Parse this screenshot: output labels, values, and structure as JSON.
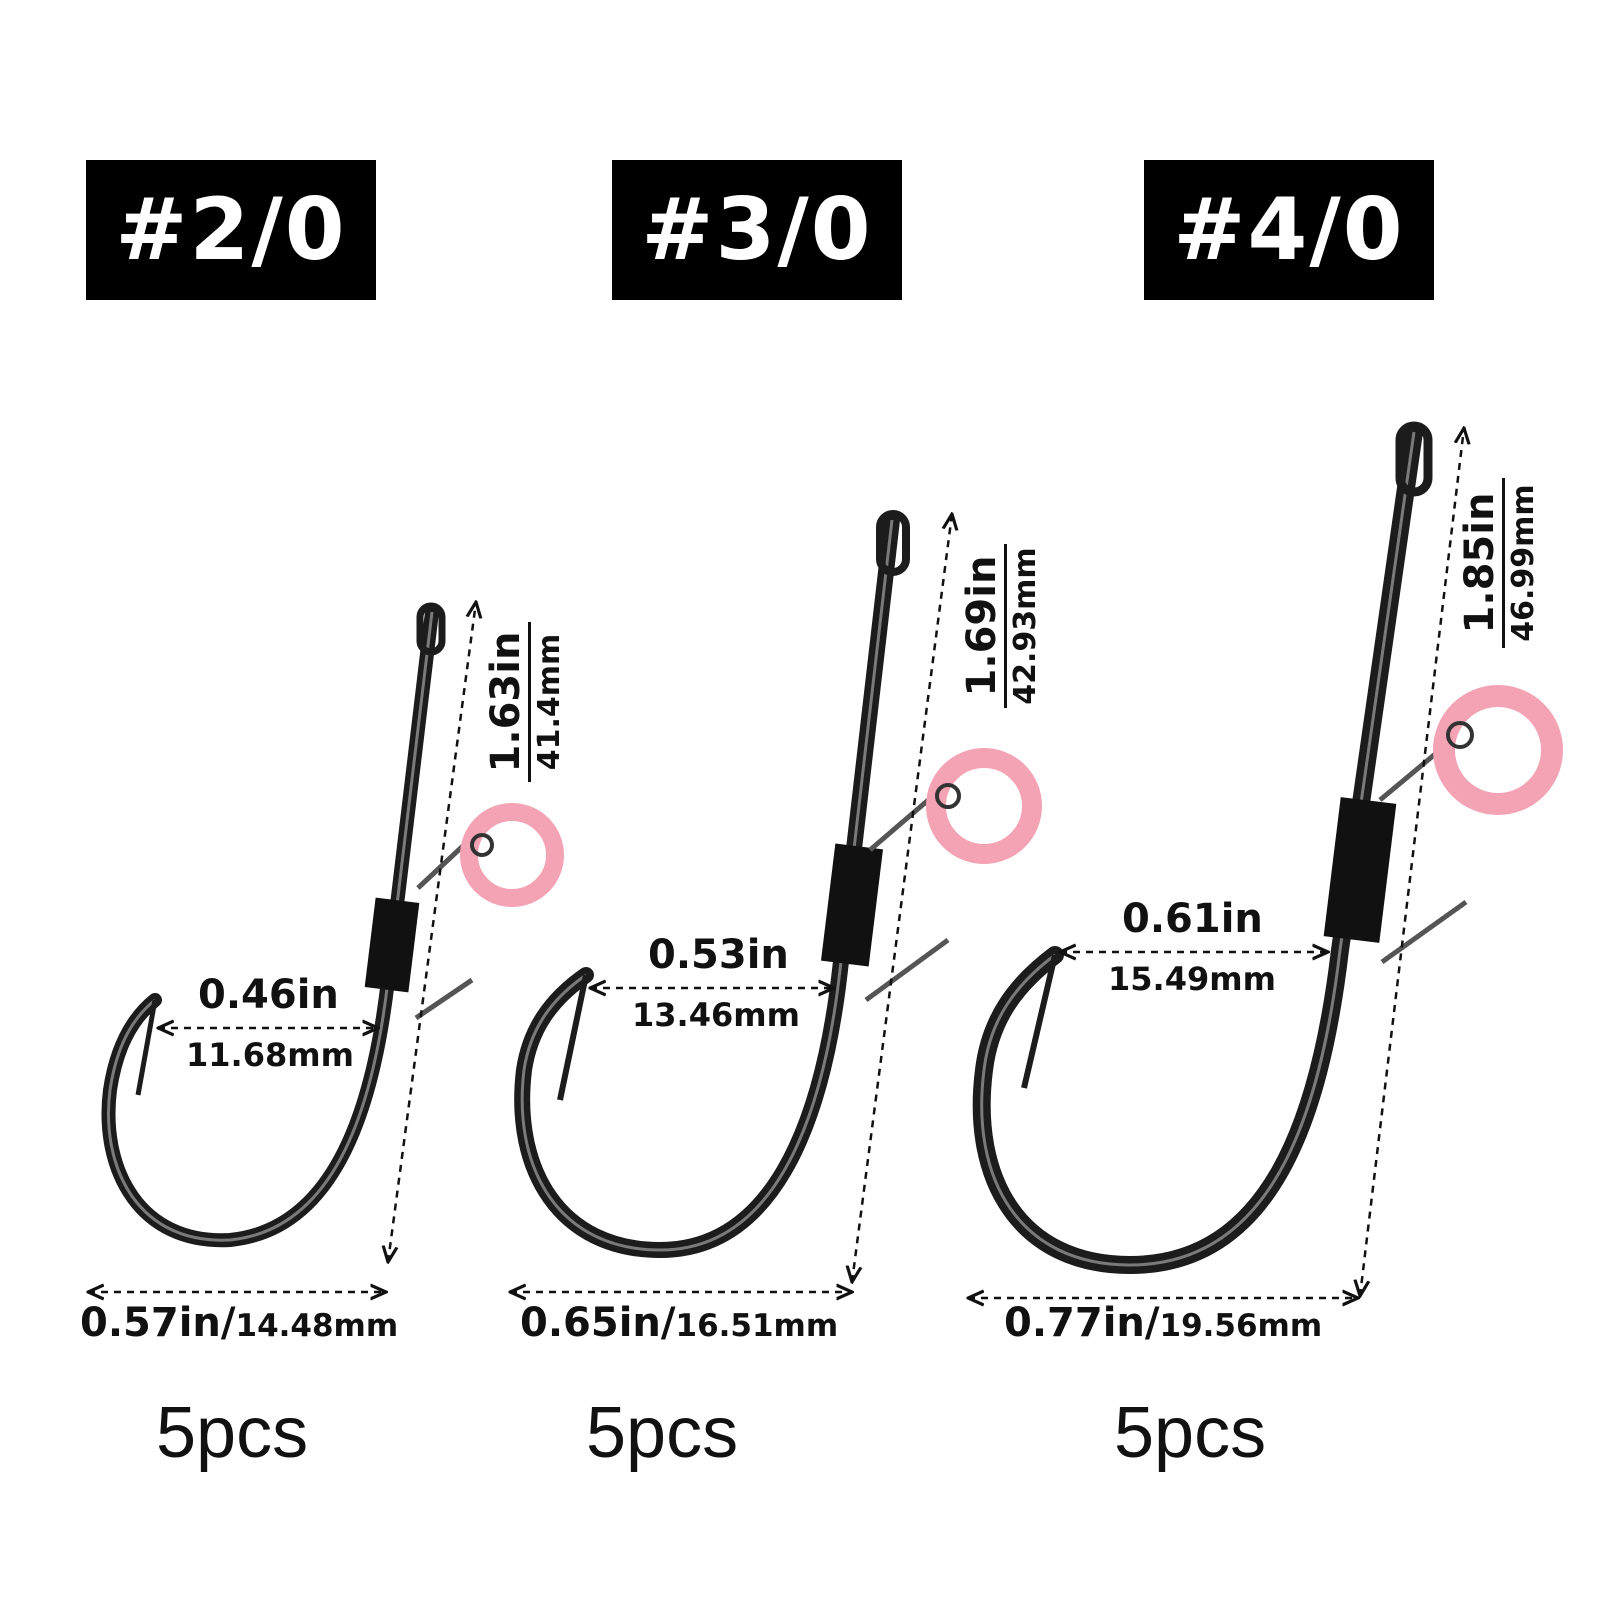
{
  "hooks": [
    {
      "size": "#2/0",
      "length_in": "1.63in",
      "length_mm": "41.4mm",
      "gap_in": "0.46in",
      "gap_mm": "11.68mm",
      "width_in": "0.57in",
      "width_mm": "14.48mm",
      "qty": "5pcs"
    },
    {
      "size": "#3/0",
      "length_in": "1.69in",
      "length_mm": "42.93mm",
      "gap_in": "0.53in",
      "gap_mm": "13.46mm",
      "width_in": "0.65in",
      "width_mm": "16.51mm",
      "qty": "5pcs"
    },
    {
      "size": "#4/0",
      "length_in": "1.85in",
      "length_mm": "46.99mm",
      "gap_in": "0.61in",
      "gap_mm": "15.49mm",
      "width_in": "0.77in",
      "width_mm": "19.56mm",
      "qty": "5pcs"
    }
  ],
  "colors": {
    "badge_bg": "#000000",
    "hook_metal": "#2b2b2b",
    "ring_pink": "#f4a3b4",
    "dim_line": "#111111"
  }
}
